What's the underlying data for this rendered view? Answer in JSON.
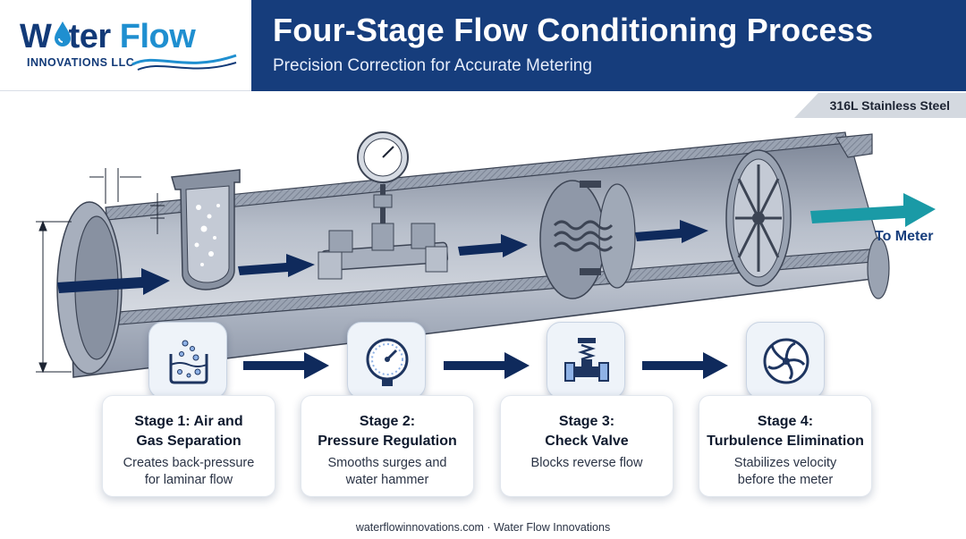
{
  "brand": {
    "logo_part1": "W",
    "logo_part2": "ter",
    "logo_part3": "Flow",
    "logo_sub": "INNOVATIONS LLC"
  },
  "header": {
    "title": "Four-Stage Flow Conditioning Process",
    "subtitle": "Precision Correction for Accurate Metering"
  },
  "material_badge": "316L Stainless Steel",
  "diagram": {
    "outlet_label": "To Meter"
  },
  "stages": [
    {
      "title_line1": "Stage 1: Air and",
      "title_line2": "Gas Separation",
      "desc_line1": "Creates back-pressure",
      "desc_line2": "for laminar flow",
      "icon": "bubbles-tank-icon"
    },
    {
      "title_line1": "Stage 2:",
      "title_line2": "Pressure Regulation",
      "desc_line1": "Smooths surges and",
      "desc_line2": "water hammer",
      "icon": "pressure-gauge-icon"
    },
    {
      "title_line1": "Stage 3:",
      "title_line2": "Check Valve",
      "desc_line1": "Blocks reverse flow",
      "desc_line2": "",
      "icon": "check-valve-icon"
    },
    {
      "title_line1": "Stage 4:",
      "title_line2": "Turbulence Elimination",
      "desc_line1": "Stabilizes velocity",
      "desc_line2": "before the meter",
      "icon": "turbine-icon"
    }
  ],
  "footer": "waterflowinnovations.com · Water Flow Innovations",
  "colors": {
    "navy": "#163d7c",
    "arrow_navy": "#0f2a5c",
    "teal_arrow": "#1a9aa6",
    "pipe_gray": "#a9b1bf"
  }
}
